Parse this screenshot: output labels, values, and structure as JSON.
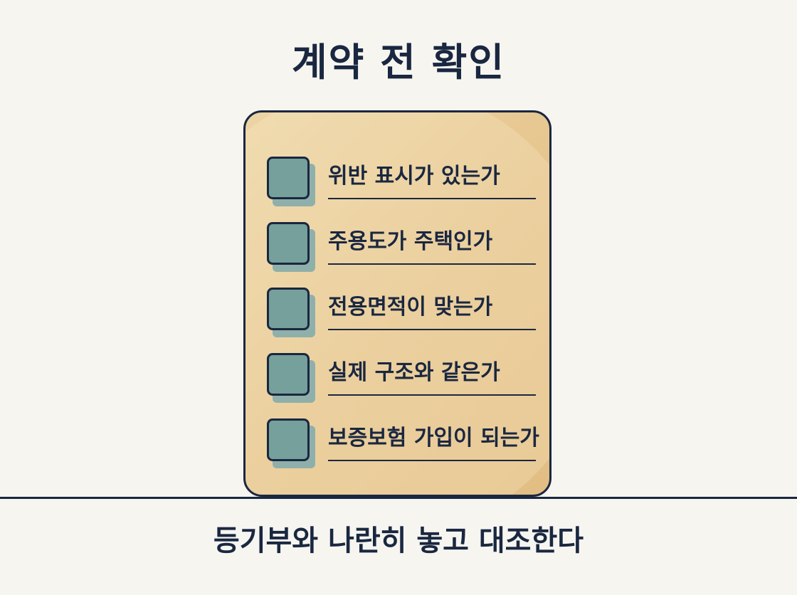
{
  "title": "계약 전 확인",
  "checklist": {
    "items": [
      {
        "label": "위반 표시가 있는가",
        "checked": false
      },
      {
        "label": "주용도가 주택인가",
        "checked": false
      },
      {
        "label": "전용면적이 맞는가",
        "checked": false
      },
      {
        "label": "실제 구조와 같은가",
        "checked": false
      },
      {
        "label": "보증보험 가입이 되는가",
        "checked": false
      }
    ]
  },
  "caption": "등기부와 나란히 놓고 대조한다",
  "colors": {
    "background": "#f6f5f0",
    "ink": "#1a2740",
    "card": "#e6c58d",
    "checkbox": "#76a09b"
  }
}
